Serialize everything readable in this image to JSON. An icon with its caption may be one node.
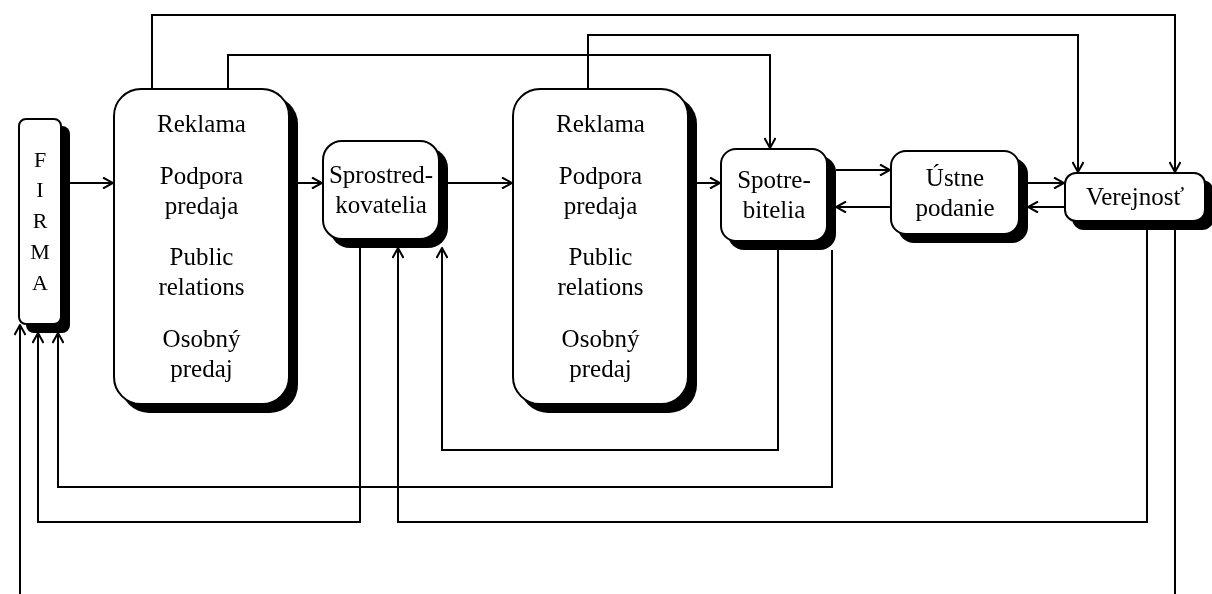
{
  "diagram": {
    "nodes": [
      {
        "text": [
          "FIRMA"
        ]
      },
      {
        "text": [
          "Reklama",
          "Podpora predaja",
          "Public relations",
          "Osobný predaj"
        ]
      },
      {
        "text": [
          "Sprostred-kovatelia"
        ]
      },
      {
        "text": [
          "Reklama",
          "Podpora predaja",
          "Public relations",
          "Osobný predaj"
        ]
      },
      {
        "text": [
          "Spotre-bitelia"
        ]
      },
      {
        "text": [
          "Ústne podanie"
        ]
      },
      {
        "text": [
          "Verejnosť"
        ]
      }
    ],
    "edges": [
      {
        "from": 0,
        "to": 1,
        "arrow": "to"
      },
      {
        "from": 1,
        "to": 2,
        "arrow": "to"
      },
      {
        "from": 2,
        "to": 3,
        "arrow": "to"
      },
      {
        "from": 3,
        "to": 4,
        "arrow": "to"
      },
      {
        "from": 4,
        "to": 5,
        "arrow": "to"
      },
      {
        "from": 5,
        "to": 4,
        "arrow": "to"
      },
      {
        "from": 5,
        "to": 6,
        "arrow": "to"
      },
      {
        "from": 6,
        "to": 5,
        "arrow": "to"
      },
      {
        "from": 1,
        "to": 6,
        "arrow": "to"
      },
      {
        "from": 1,
        "to": 4,
        "arrow": "to"
      },
      {
        "from": 3,
        "to": 6,
        "arrow": "to"
      },
      {
        "from": 4,
        "to": 2,
        "arrow": "to"
      },
      {
        "from": 4,
        "to": 0,
        "arrow": "to"
      },
      {
        "from": 2,
        "to": 0,
        "arrow": "to"
      },
      {
        "from": 6,
        "to": 2,
        "arrow": "to"
      },
      {
        "from": 6,
        "to": 0,
        "arrow": "to"
      }
    ]
  }
}
